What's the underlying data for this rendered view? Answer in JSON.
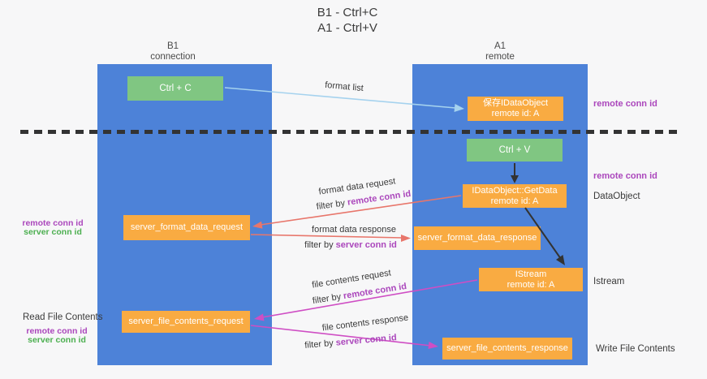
{
  "title": {
    "line1": "B1 - Ctrl+C",
    "line2": "A1 - Ctrl+V"
  },
  "columns": {
    "left": {
      "header_line1": "B1",
      "header_line2": "connection"
    },
    "right": {
      "header_line1": "A1",
      "header_line2": "remote"
    }
  },
  "boxes": {
    "ctrl_c": "Ctrl + C",
    "ctrl_v": "Ctrl + V",
    "save_dataobject": {
      "line1": "保存IDataObject",
      "line2": "remote id: A"
    },
    "getdata": {
      "line1": "IDataObject::GetData",
      "line2": "remote id: A"
    },
    "istream": {
      "line1": "IStream",
      "line2": "remote id: A"
    },
    "server_format_data_request": "server_format_data_request",
    "server_format_data_response": "server_format_data_response",
    "server_file_contents_request": "server_file_contents_request",
    "server_file_contents_response": "server_file_contents_response"
  },
  "arrow_labels": {
    "format_list": "format list",
    "format_data_request": "format data request",
    "format_data_response": "format data response",
    "file_contents_request": "file contents request",
    "file_contents_response": "file contents response",
    "filter_by": "filter by ",
    "remote_conn_id": "remote conn id",
    "server_conn_id": "server conn id"
  },
  "side_labels": {
    "remote_conn_id": "remote conn id",
    "server_conn_id": "server conn id",
    "dataobject": "DataObject",
    "istream": "Istream",
    "read_file_contents": "Read File Contents",
    "write_file_contents": "Write File Contents"
  },
  "colors": {
    "background": "#f7f7f8",
    "column_blue": "#4d82d8",
    "box_orange": "#f9ab42",
    "box_green": "#80c682",
    "arrow_lightblue": "#a5d2ee",
    "arrow_black": "#333333",
    "arrow_red": "#e8766b",
    "arrow_magenta": "#cf4ec4",
    "label_purple": "#ab47bc",
    "label_green": "#4caf50",
    "dashed_line": "#333333",
    "text_dark": "#3a3a3a"
  }
}
